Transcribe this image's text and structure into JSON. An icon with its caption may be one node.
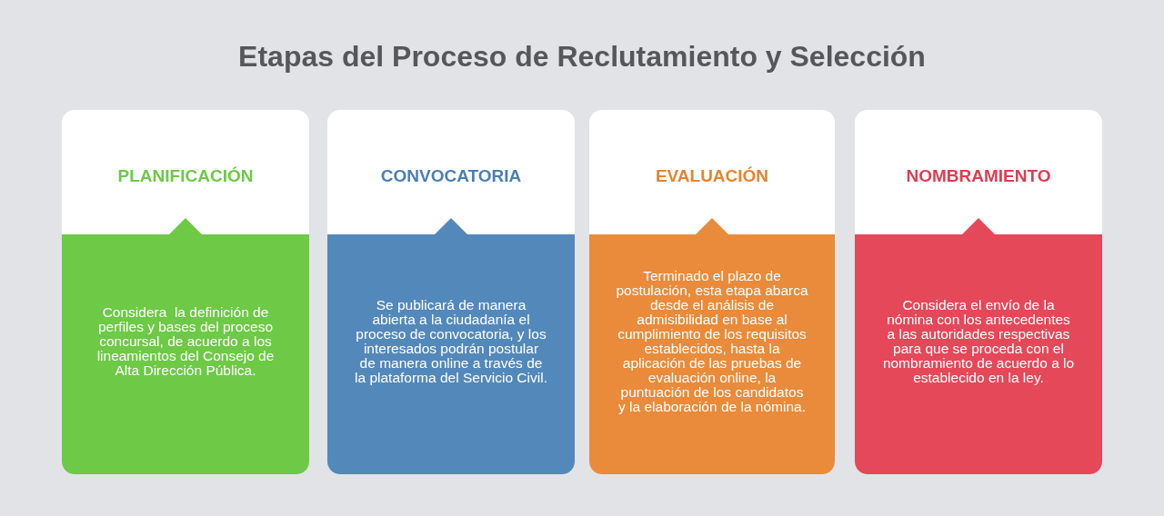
{
  "diagram": {
    "title": "Etapas del Proceso de Reclutamiento y Selección",
    "nodes": [
      {
        "text": [
          "PLANIFICACIÓN",
          "Considera  la definición de perfiles y bases del proceso concursal, de acuerdo a los lineamientos del Consejo de Alta Dirección Pública."
        ]
      },
      {
        "text": [
          "CONVOCATORIA",
          "Se publicará de manera abierta a la ciudadanía el proceso de convocatoria, y los interesados podrán postular de manera online a través de la plataforma del Servicio Civil."
        ]
      },
      {
        "text": [
          "EVALUACIÓN",
          "Terminado el plazo de postulación, esta etapa abarca desde el análisis de admisibilidad en base al cumplimiento de los requisitos establecidos, hasta la aplicación de las pruebas de evaluación online, la puntuación de los candidatos y la elaboración de la nómina."
        ]
      },
      {
        "text": [
          "NOMBRAMIENTO",
          "Considera el envío de la nómina con los antecedentes a las autoridades respectivas para que se proceda con el nombramiento de acuerdo a lo establecido en la ley."
        ]
      }
    ],
    "edges": []
  }
}
